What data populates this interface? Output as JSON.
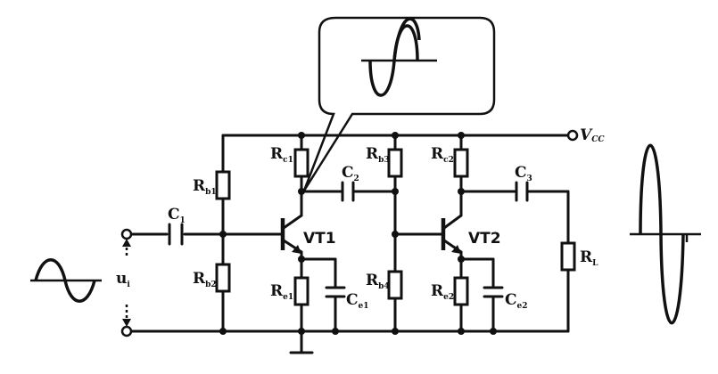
{
  "components": {
    "C1": {
      "main": "C",
      "sub": "1"
    },
    "C2": {
      "main": "C",
      "sub": "2"
    },
    "C3": {
      "main": "C",
      "sub": "3"
    },
    "Rb1": {
      "main": "R",
      "sub": "b1"
    },
    "Rb2": {
      "main": "R",
      "sub": "b2"
    },
    "Rb3": {
      "main": "R",
      "sub": "b3"
    },
    "Rb4": {
      "main": "R",
      "sub": "b4"
    },
    "Rc1": {
      "main": "R",
      "sub": "c1"
    },
    "Rc2": {
      "main": "R",
      "sub": "c2"
    },
    "Re1": {
      "main": "R",
      "sub": "e1"
    },
    "Re2": {
      "main": "R",
      "sub": "e2"
    },
    "Ce1": {
      "main": "C",
      "sub": "e1"
    },
    "Ce2": {
      "main": "C",
      "sub": "e2"
    },
    "RL": {
      "main": "R",
      "sub": "L"
    },
    "VT1": {
      "label": "VT1"
    },
    "VT2": {
      "label": "VT2"
    },
    "Vcc": {
      "main": "V",
      "sub": "CC"
    },
    "ui": {
      "main": "u",
      "sub": "i"
    }
  }
}
